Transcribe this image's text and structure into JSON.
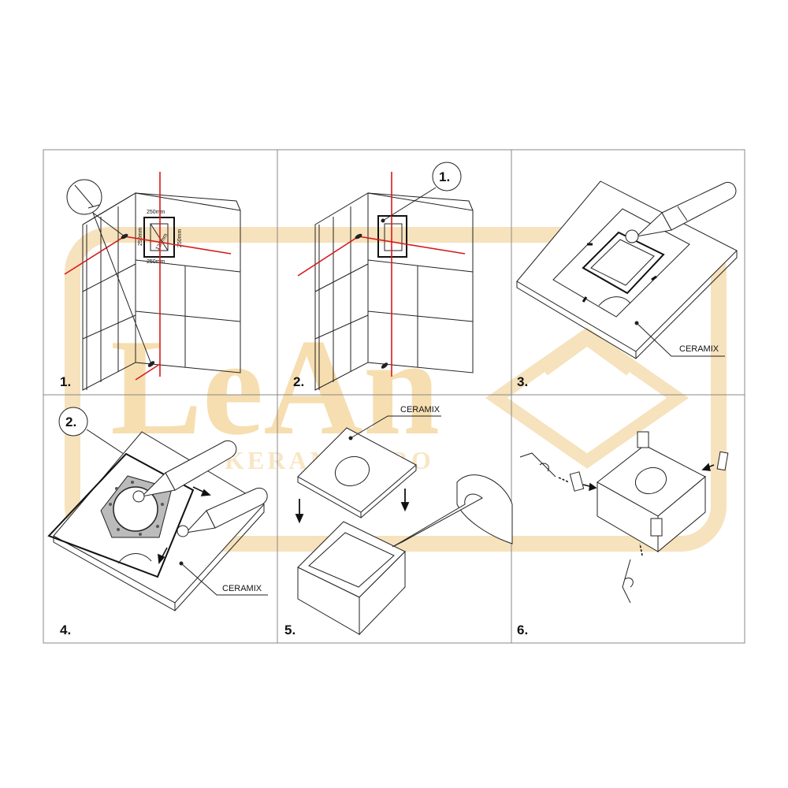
{
  "panels": [
    {
      "id": "p1",
      "step_label": "1.",
      "callout": "",
      "dims": [
        "250mm",
        "250mm",
        "250mm",
        "250mm",
        "120mm"
      ]
    },
    {
      "id": "p2",
      "step_label": "2.",
      "callout": "1."
    },
    {
      "id": "p3",
      "step_label": "3.",
      "material_label": "CERAMIX"
    },
    {
      "id": "p4",
      "step_label": "4.",
      "callout": "2.",
      "material_label": "CERAMIX"
    },
    {
      "id": "p5",
      "step_label": "5.",
      "material_label": "CERAMIX"
    },
    {
      "id": "p6",
      "step_label": "6."
    }
  ],
  "watermark": {
    "brand": "LeAn",
    "tagline": "KERAMIXPRO",
    "color": "#f6deb0"
  },
  "colors": {
    "laser": "#d61a1a",
    "ink": "#222222"
  }
}
